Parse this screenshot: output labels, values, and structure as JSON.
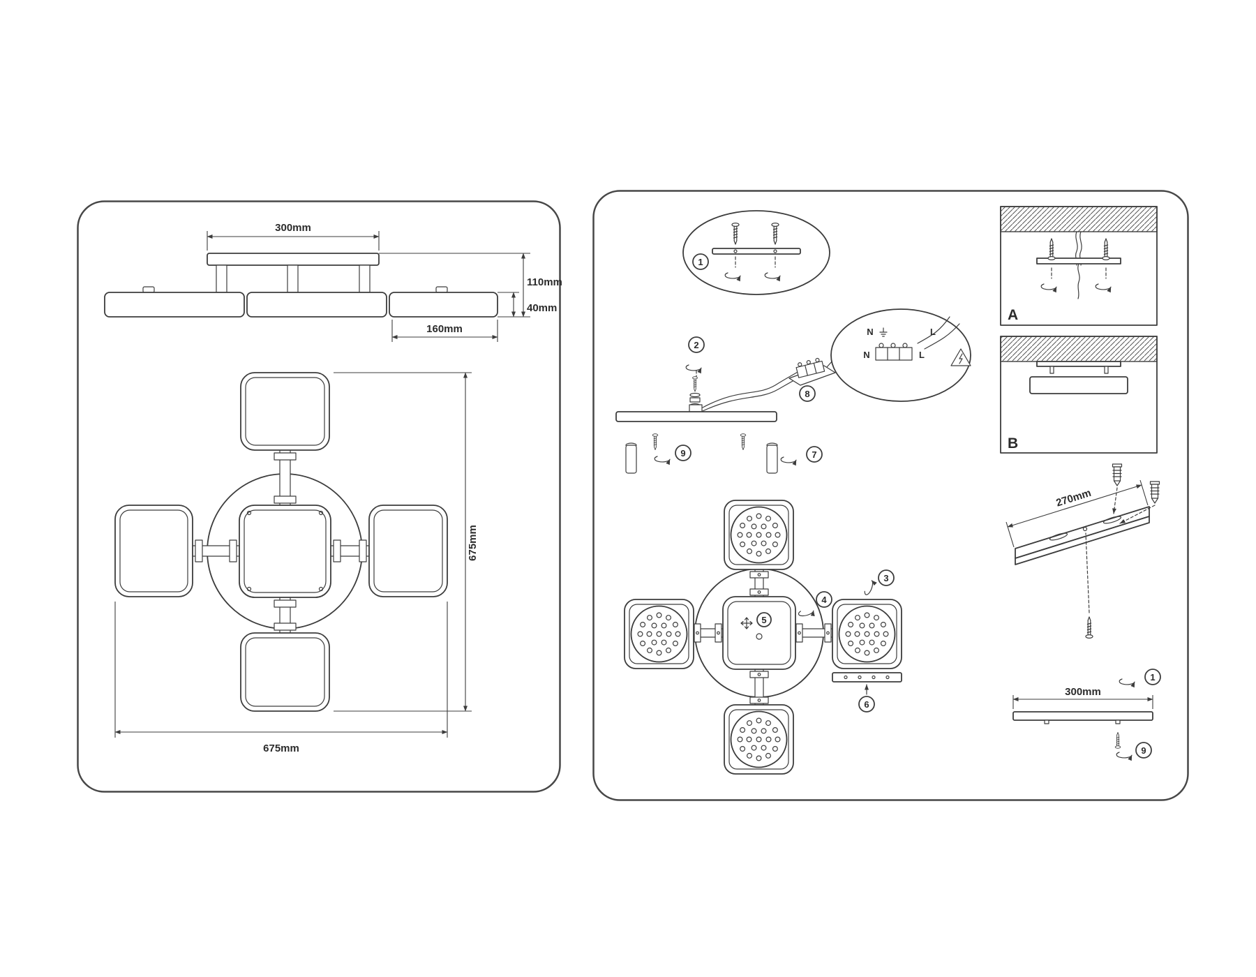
{
  "style": {
    "ink": "#3c3c3c",
    "background": "#ffffff"
  },
  "left_panel": {
    "side_view": {
      "dim_top_width": "300mm",
      "dim_total_height": "110mm",
      "dim_body_height": "40mm",
      "dim_shade_width": "160mm"
    },
    "top_view": {
      "dim_height": "675mm",
      "dim_width": "675mm"
    }
  },
  "right_panel": {
    "steps": {
      "step1": "1",
      "step2": "2",
      "step3": "3",
      "step4": "4",
      "step5": "5",
      "step6": "6",
      "step7": "7",
      "step8": "8",
      "step9": "9",
      "step1_bracket": "1",
      "step9_plate": "9"
    },
    "mount_options": {
      "option_a": "A",
      "option_b": "B"
    },
    "wiring": {
      "neutral_top": "N",
      "line_top": "L",
      "neutral_bottom": "N",
      "line_bottom": "L"
    },
    "dims": {
      "bracket_length": "270mm",
      "plate_width": "300mm"
    }
  }
}
